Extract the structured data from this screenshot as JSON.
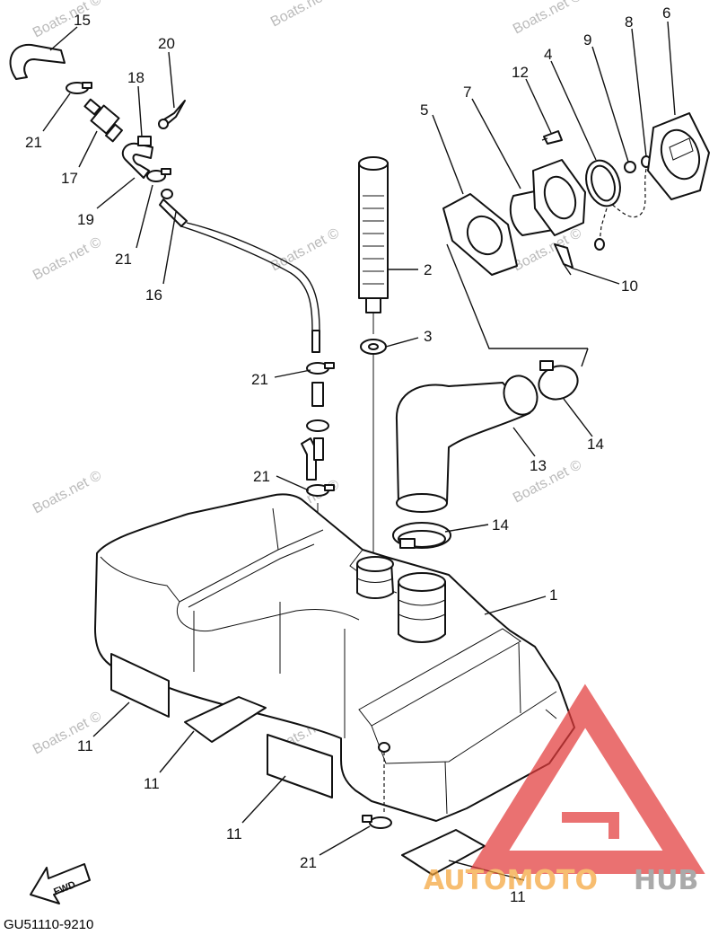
{
  "diagram": {
    "callouts": [
      {
        "key": "c15",
        "text": "15"
      },
      {
        "key": "c20",
        "text": "20"
      },
      {
        "key": "c18",
        "text": "18"
      },
      {
        "key": "c21a",
        "text": "21"
      },
      {
        "key": "c17",
        "text": "17"
      },
      {
        "key": "c19",
        "text": "19"
      },
      {
        "key": "c21b",
        "text": "21"
      },
      {
        "key": "c16",
        "text": "16"
      },
      {
        "key": "c2",
        "text": "2"
      },
      {
        "key": "c3",
        "text": "3"
      },
      {
        "key": "c21c",
        "text": "21"
      },
      {
        "key": "c21d",
        "text": "21"
      },
      {
        "key": "c5",
        "text": "5"
      },
      {
        "key": "c7",
        "text": "7"
      },
      {
        "key": "c12",
        "text": "12"
      },
      {
        "key": "c4",
        "text": "4"
      },
      {
        "key": "c9",
        "text": "9"
      },
      {
        "key": "c8",
        "text": "8"
      },
      {
        "key": "c6",
        "text": "6"
      },
      {
        "key": "c10",
        "text": "10"
      },
      {
        "key": "c13",
        "text": "13"
      },
      {
        "key": "c14a",
        "text": "14"
      },
      {
        "key": "c14b",
        "text": "14"
      },
      {
        "key": "c1",
        "text": "1"
      },
      {
        "key": "c11a",
        "text": "11"
      },
      {
        "key": "c11b",
        "text": "11"
      },
      {
        "key": "c11c",
        "text": "11"
      },
      {
        "key": "c11d",
        "text": "11"
      },
      {
        "key": "c21e",
        "text": "21"
      }
    ],
    "watermark_text": "Boats.net ©",
    "fwd_label": "FWD",
    "diagram_code": "GU51110-9210",
    "logo": {
      "text_part1": "AUTOMOTO",
      "text_part2": "HUB",
      "color_orange": "#f4a53a",
      "color_red": "#e23b3b",
      "color_grey": "#8a8a8a"
    }
  }
}
